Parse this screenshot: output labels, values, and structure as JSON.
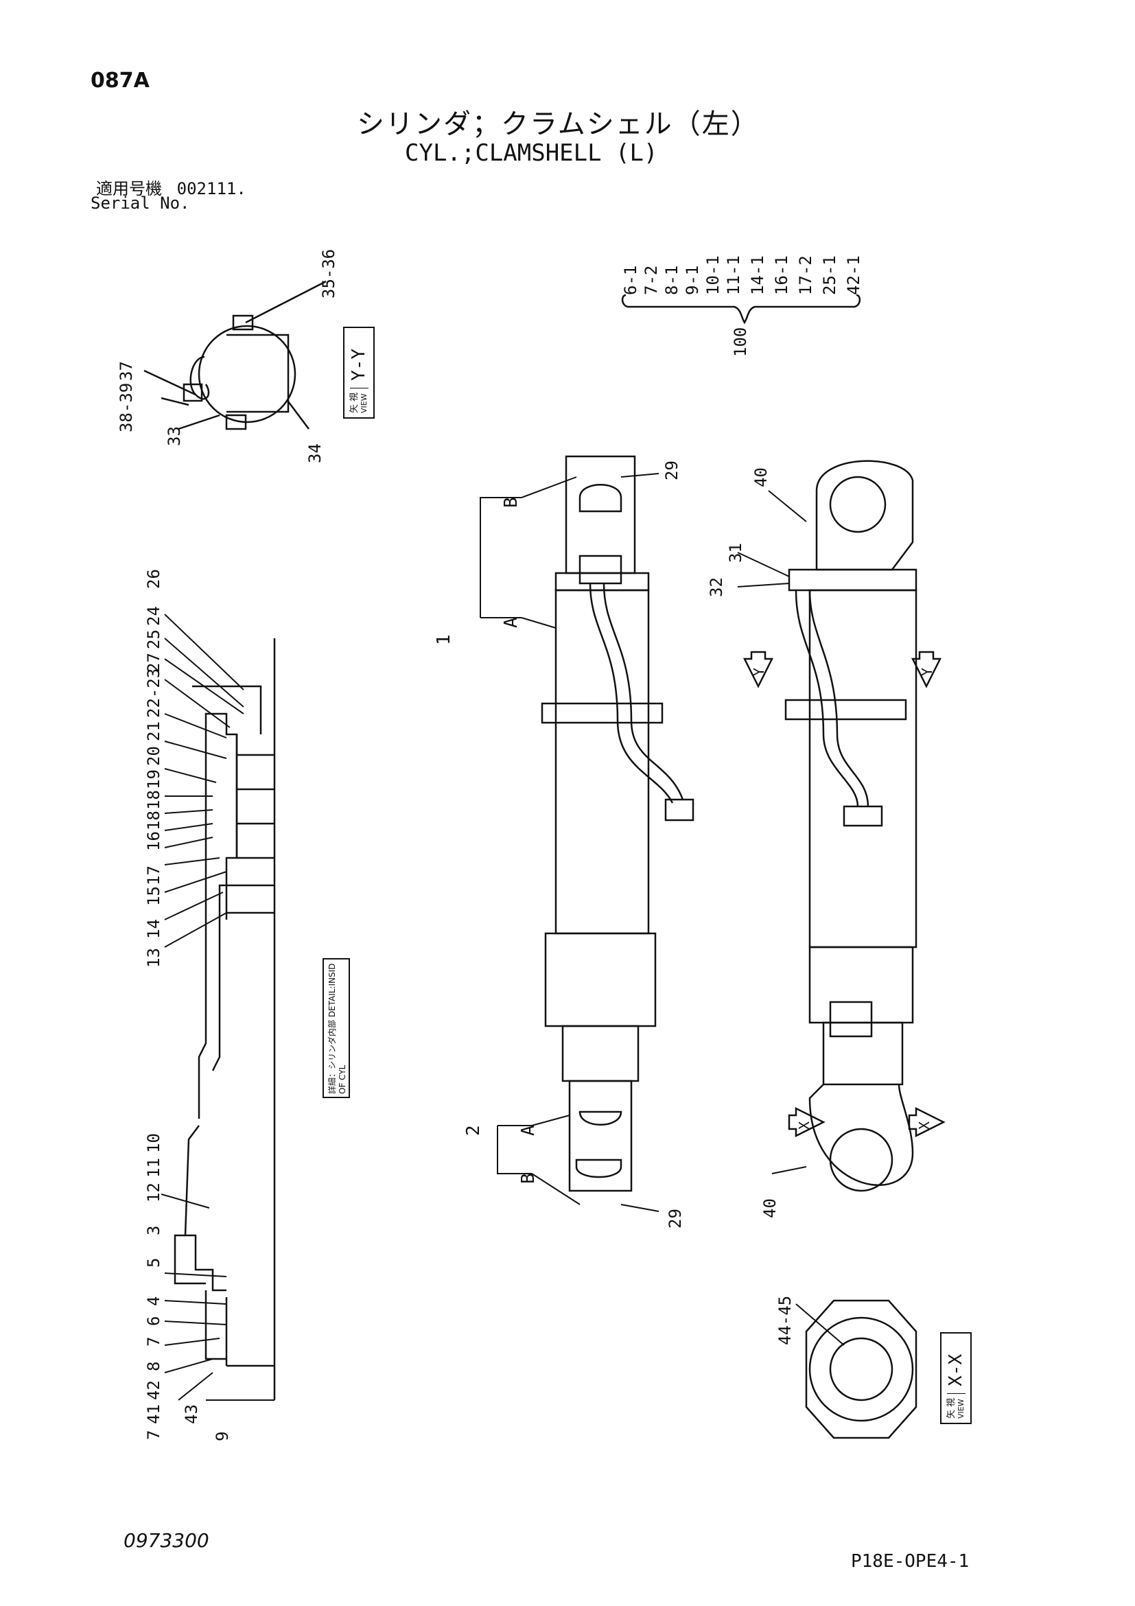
{
  "header": {
    "page_code": "087A",
    "title_jp": "シリンダ；クラムシェル（左）",
    "title_en": "CYL.;CLAMSHELL (L)",
    "serial_label_jp": "適用号機",
    "serial_value": "002111.",
    "serial_label_en": "Serial No."
  },
  "views": {
    "y_view": {
      "jp": "矢 視",
      "en": "VIEW",
      "letter": "Y-Y"
    },
    "x_view": {
      "jp": "矢 視",
      "en": "VIEW",
      "letter": "X-X"
    },
    "detail": {
      "text": "詳細：シリンダ内部 DETAIL:INSID OF CYL"
    }
  },
  "kit": {
    "parts": [
      "6-1",
      "7-2",
      "8-1",
      "9-1",
      "10-1",
      "11-1",
      "14-1",
      "16-1",
      "17-2",
      "25-1",
      "42-1"
    ],
    "label": "100"
  },
  "callouts": {
    "y_view": [
      "35-36",
      "37",
      "38-39",
      "33",
      "34"
    ],
    "detail_top": [
      "26",
      "24",
      "25",
      "27",
      "22-23",
      "21",
      "20",
      "19",
      "18",
      "18",
      "16",
      "17",
      "15",
      "14",
      "13"
    ],
    "detail_bottom": [
      "10",
      "11",
      "12",
      "3",
      "5",
      "4",
      "6",
      "7",
      "8",
      "42",
      "41",
      "7",
      "43",
      "9"
    ],
    "front_view": [
      "1",
      "A",
      "B",
      "29",
      "2",
      "A",
      "B",
      "29"
    ],
    "side_view": [
      "40",
      "31",
      "32",
      "40"
    ],
    "x_view": [
      "44-45"
    ],
    "arrows": [
      "Y",
      "Y",
      "X",
      "X"
    ]
  },
  "footer": {
    "drawing_number": "0973300",
    "page_ref": "P18E-OPE4-1"
  }
}
